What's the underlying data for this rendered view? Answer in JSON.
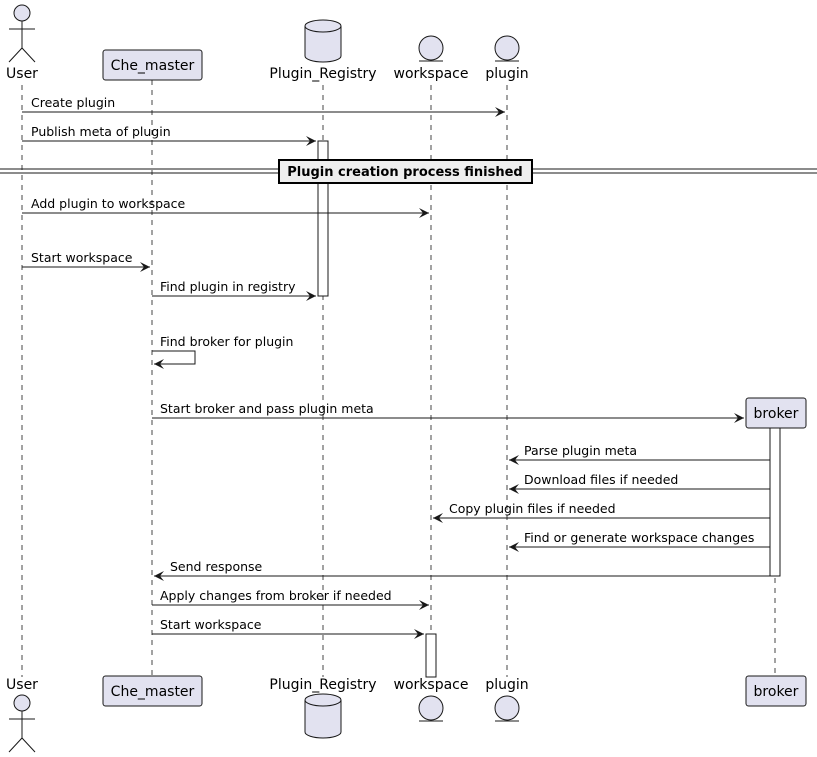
{
  "participants": {
    "user": "User",
    "che_master": "Che_master",
    "plugin_registry": "Plugin_Registry",
    "workspace": "workspace",
    "plugin": "plugin",
    "broker": "broker"
  },
  "divider": "Plugin creation process finished",
  "messages": {
    "m1": "Create plugin",
    "m2": "Publish meta of plugin",
    "m3": "Add plugin to workspace",
    "m4": "Start workspace",
    "m5": "Find plugin in registry",
    "m6": "Find broker for plugin",
    "m7": "Start broker and pass plugin meta",
    "m8": "Parse plugin meta",
    "m9": "Download files if needed",
    "m10": "Copy plugin files if needed",
    "m11": "Find or generate workspace changes",
    "m12": "Send response",
    "m13": "Apply changes from broker if needed",
    "m14": "Start workspace"
  },
  "colors": {
    "participant_fill": "#e2e2f0",
    "line": "#181818"
  }
}
